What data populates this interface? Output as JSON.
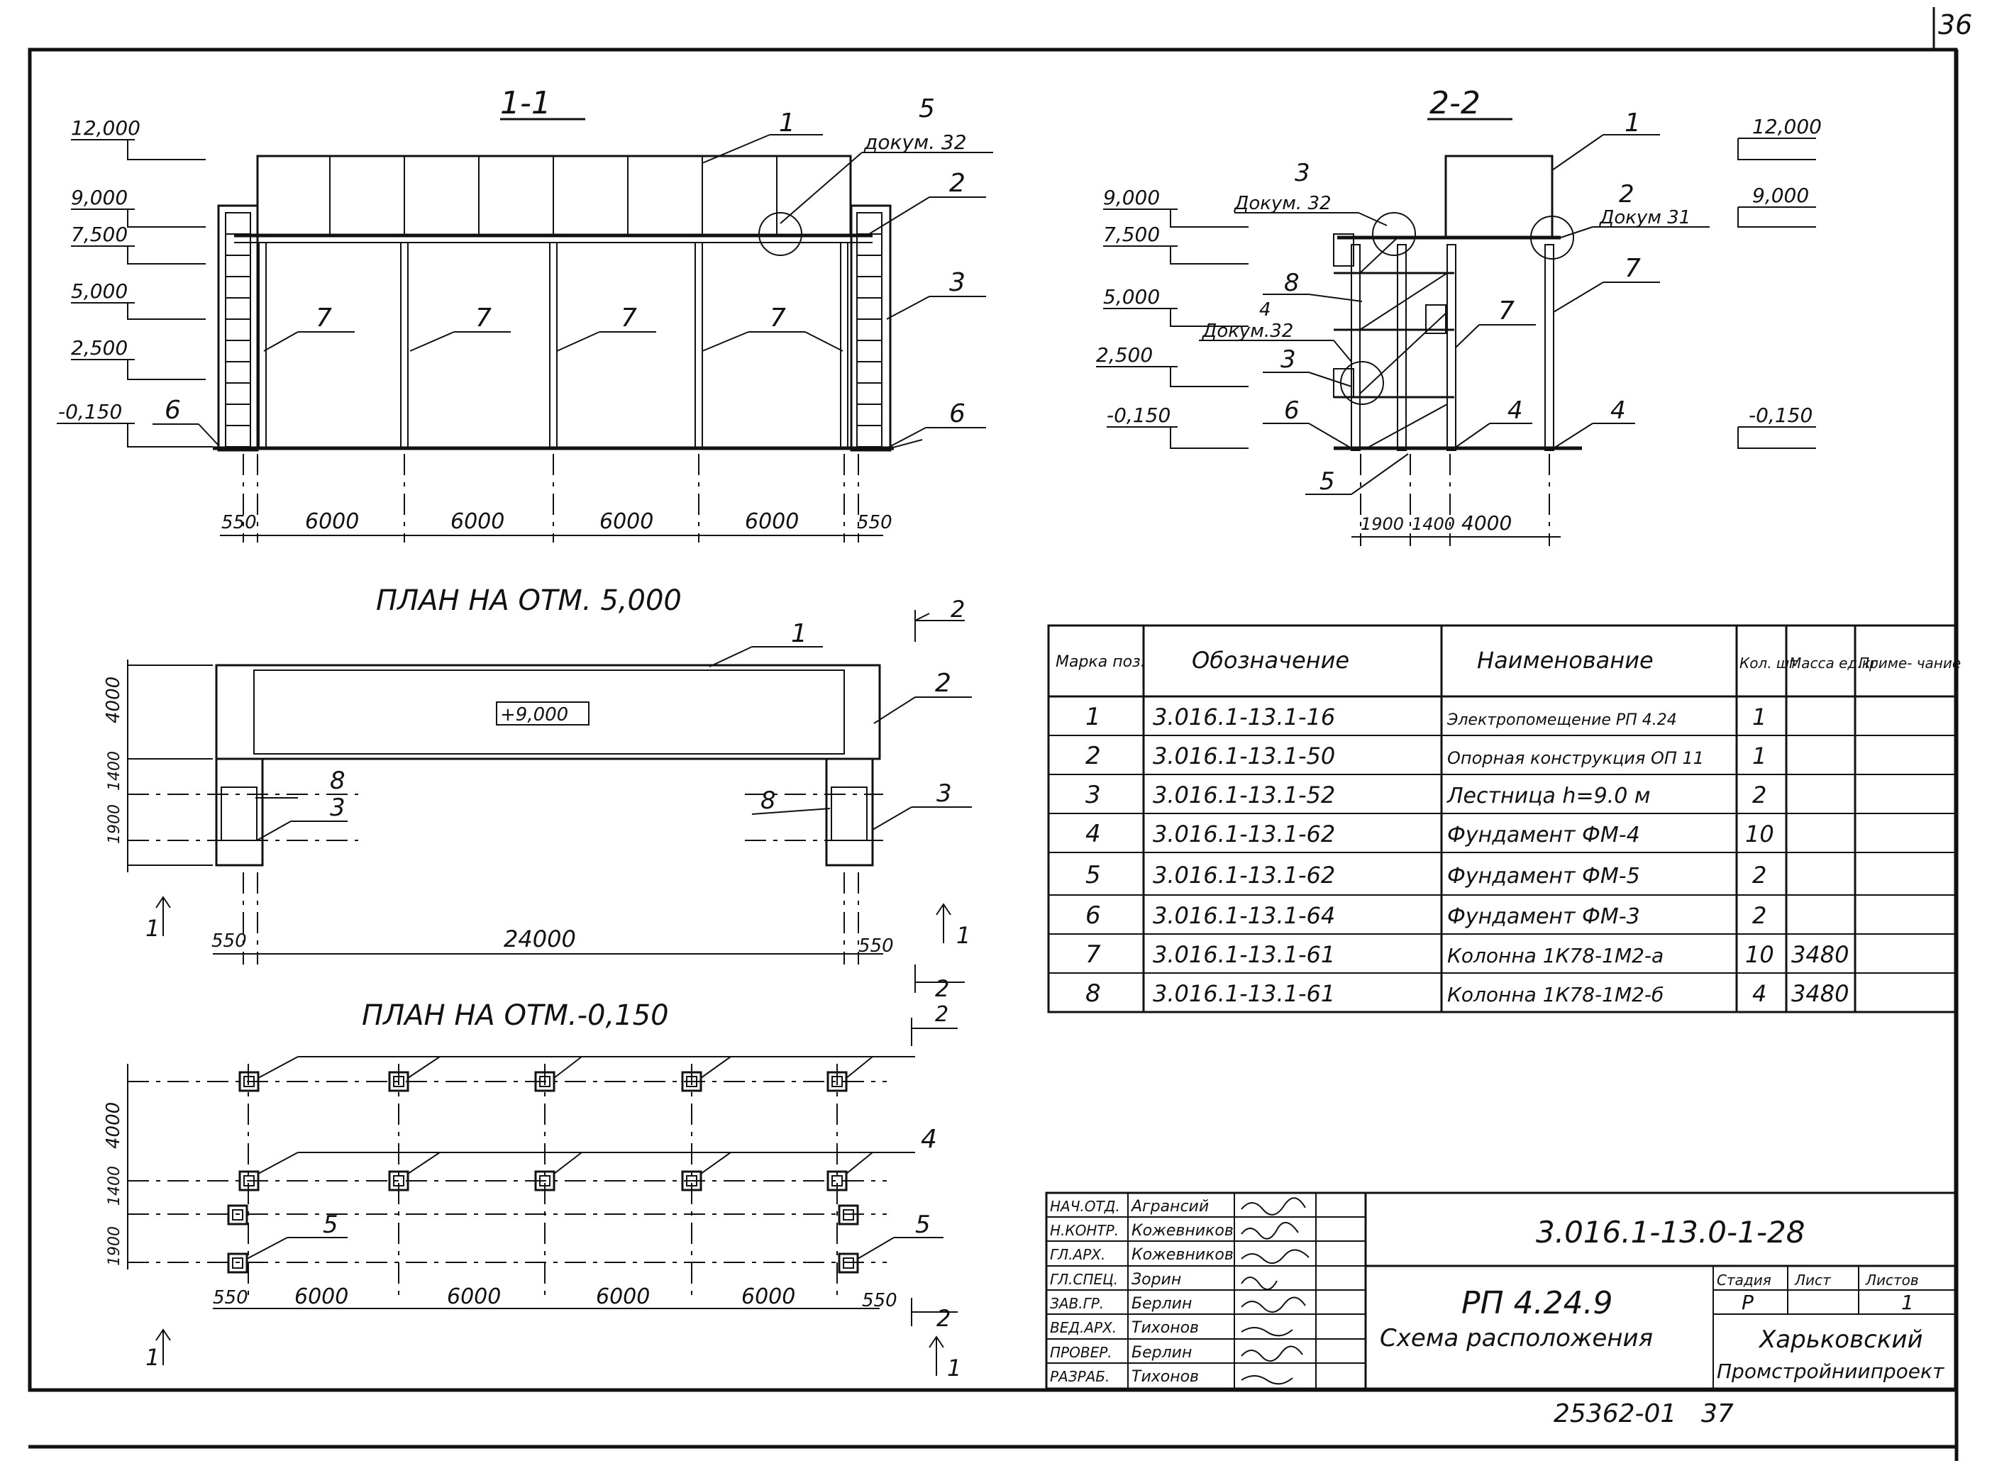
{
  "sheet_number": "36",
  "inventory_number": "25362-01",
  "inventory_page": "37",
  "section_1": {
    "title": "1-1",
    "marks": [
      "12,000",
      "9,000",
      "7,500",
      "5,000",
      "2,500",
      "-0,150"
    ],
    "callout_5": "5",
    "callout_doc": "докум. 32",
    "dims": [
      "550",
      "6000",
      "6000",
      "6000",
      "6000",
      "550"
    ],
    "labels": {
      "l1": "1",
      "l2": "2",
      "l3": "3",
      "l6a": "6",
      "l6b": "6",
      "l7": "7"
    }
  },
  "section_2": {
    "title": "2-2",
    "marks_left": [
      "9,000",
      "7,500",
      "5,000",
      "2,500",
      "-0,150"
    ],
    "marks_right": [
      "12,000",
      "9,000",
      "-0,150"
    ],
    "callout_3": "3",
    "callout_3_doc": "Докум. 32",
    "callout_2": "2",
    "callout_2_doc": "Докум 31",
    "callout_4": "4",
    "callout_4_doc": "Докум.32",
    "dims": [
      "1900",
      "1400",
      "4000"
    ],
    "labels": {
      "l1": "1",
      "l3": "3",
      "l4": "4",
      "l5": "5",
      "l6": "6",
      "l7": "7",
      "l8": "8"
    }
  },
  "plan_5000": {
    "title": "ПЛАН НА ОТМ. 5,000",
    "box_mark": "+9,000",
    "dims_v": [
      "4000",
      "1400",
      "1900"
    ],
    "dims_h": [
      "550",
      "24000",
      "550"
    ],
    "labels": {
      "l1": "1",
      "l2": "2",
      "l3": "3",
      "l8": "8"
    },
    "cut": {
      "a": "1",
      "b": "2"
    }
  },
  "plan_0150": {
    "title": "ПЛАН НА ОТМ.-0,150",
    "dims_v": [
      "4000",
      "1400",
      "1900"
    ],
    "dims_h": [
      "550",
      "6000",
      "6000",
      "6000",
      "6000",
      "550"
    ],
    "labels": {
      "l4": "4",
      "l5": "5"
    },
    "cut": {
      "a": "1",
      "b": "2"
    }
  },
  "spec_table": {
    "headers": [
      "Марка поз.",
      "Обозначение",
      "Наименование",
      "Кол. шт",
      "Масса ед.кг",
      "Приме- чание"
    ],
    "rows": [
      [
        "1",
        "3.016.1-13.1-16",
        "Электропомещение РП 4.24",
        "1",
        "",
        ""
      ],
      [
        "2",
        "3.016.1-13.1-50",
        "Опорная конструкция ОП 11",
        "1",
        "",
        ""
      ],
      [
        "3",
        "3.016.1-13.1-52",
        "Лестница h=9.0 м",
        "2",
        "",
        ""
      ],
      [
        "4",
        "3.016.1-13.1-62",
        "Фундамент ФМ-4",
        "10",
        "",
        ""
      ],
      [
        "5",
        "3.016.1-13.1-62",
        "Фундамент ФМ-5",
        "2",
        "",
        ""
      ],
      [
        "6",
        "3.016.1-13.1-64",
        "Фундамент ФМ-3",
        "2",
        "",
        ""
      ],
      [
        "7",
        "3.016.1-13.1-61",
        "Колонна 1К78-1М2-а",
        "10",
        "3480",
        ""
      ],
      [
        "8",
        "3.016.1-13.1-61",
        "Колонна 1К78-1М2-б",
        "4",
        "3480",
        ""
      ]
    ]
  },
  "title_block": {
    "roles": [
      "НАЧ.ОТД.",
      "Н.КОНТР.",
      "ГЛ.АРХ.",
      "ГЛ.СПЕЦ.",
      "ЗАВ.ГР.",
      "ВЕД.АРХ.",
      "ПРОВЕР.",
      "РАЗРАБ."
    ],
    "names": [
      "Агрансий",
      "Кожевников",
      "Кожевников",
      "Зорин",
      "Берлин",
      "Тихонов",
      "Берлин",
      "Тихонов"
    ],
    "document_code": "3.016.1-13.0-1-28",
    "title_line1": "РП 4.24.9",
    "title_line2": "Схема расположения",
    "stage_label": "Стадия",
    "sheet_label": "Лист",
    "sheets_label": "Листов",
    "stage": "Р",
    "sheet": "",
    "sheets": "1",
    "org_line1": "Харьковский",
    "org_line2": "Промстройниипроект"
  }
}
